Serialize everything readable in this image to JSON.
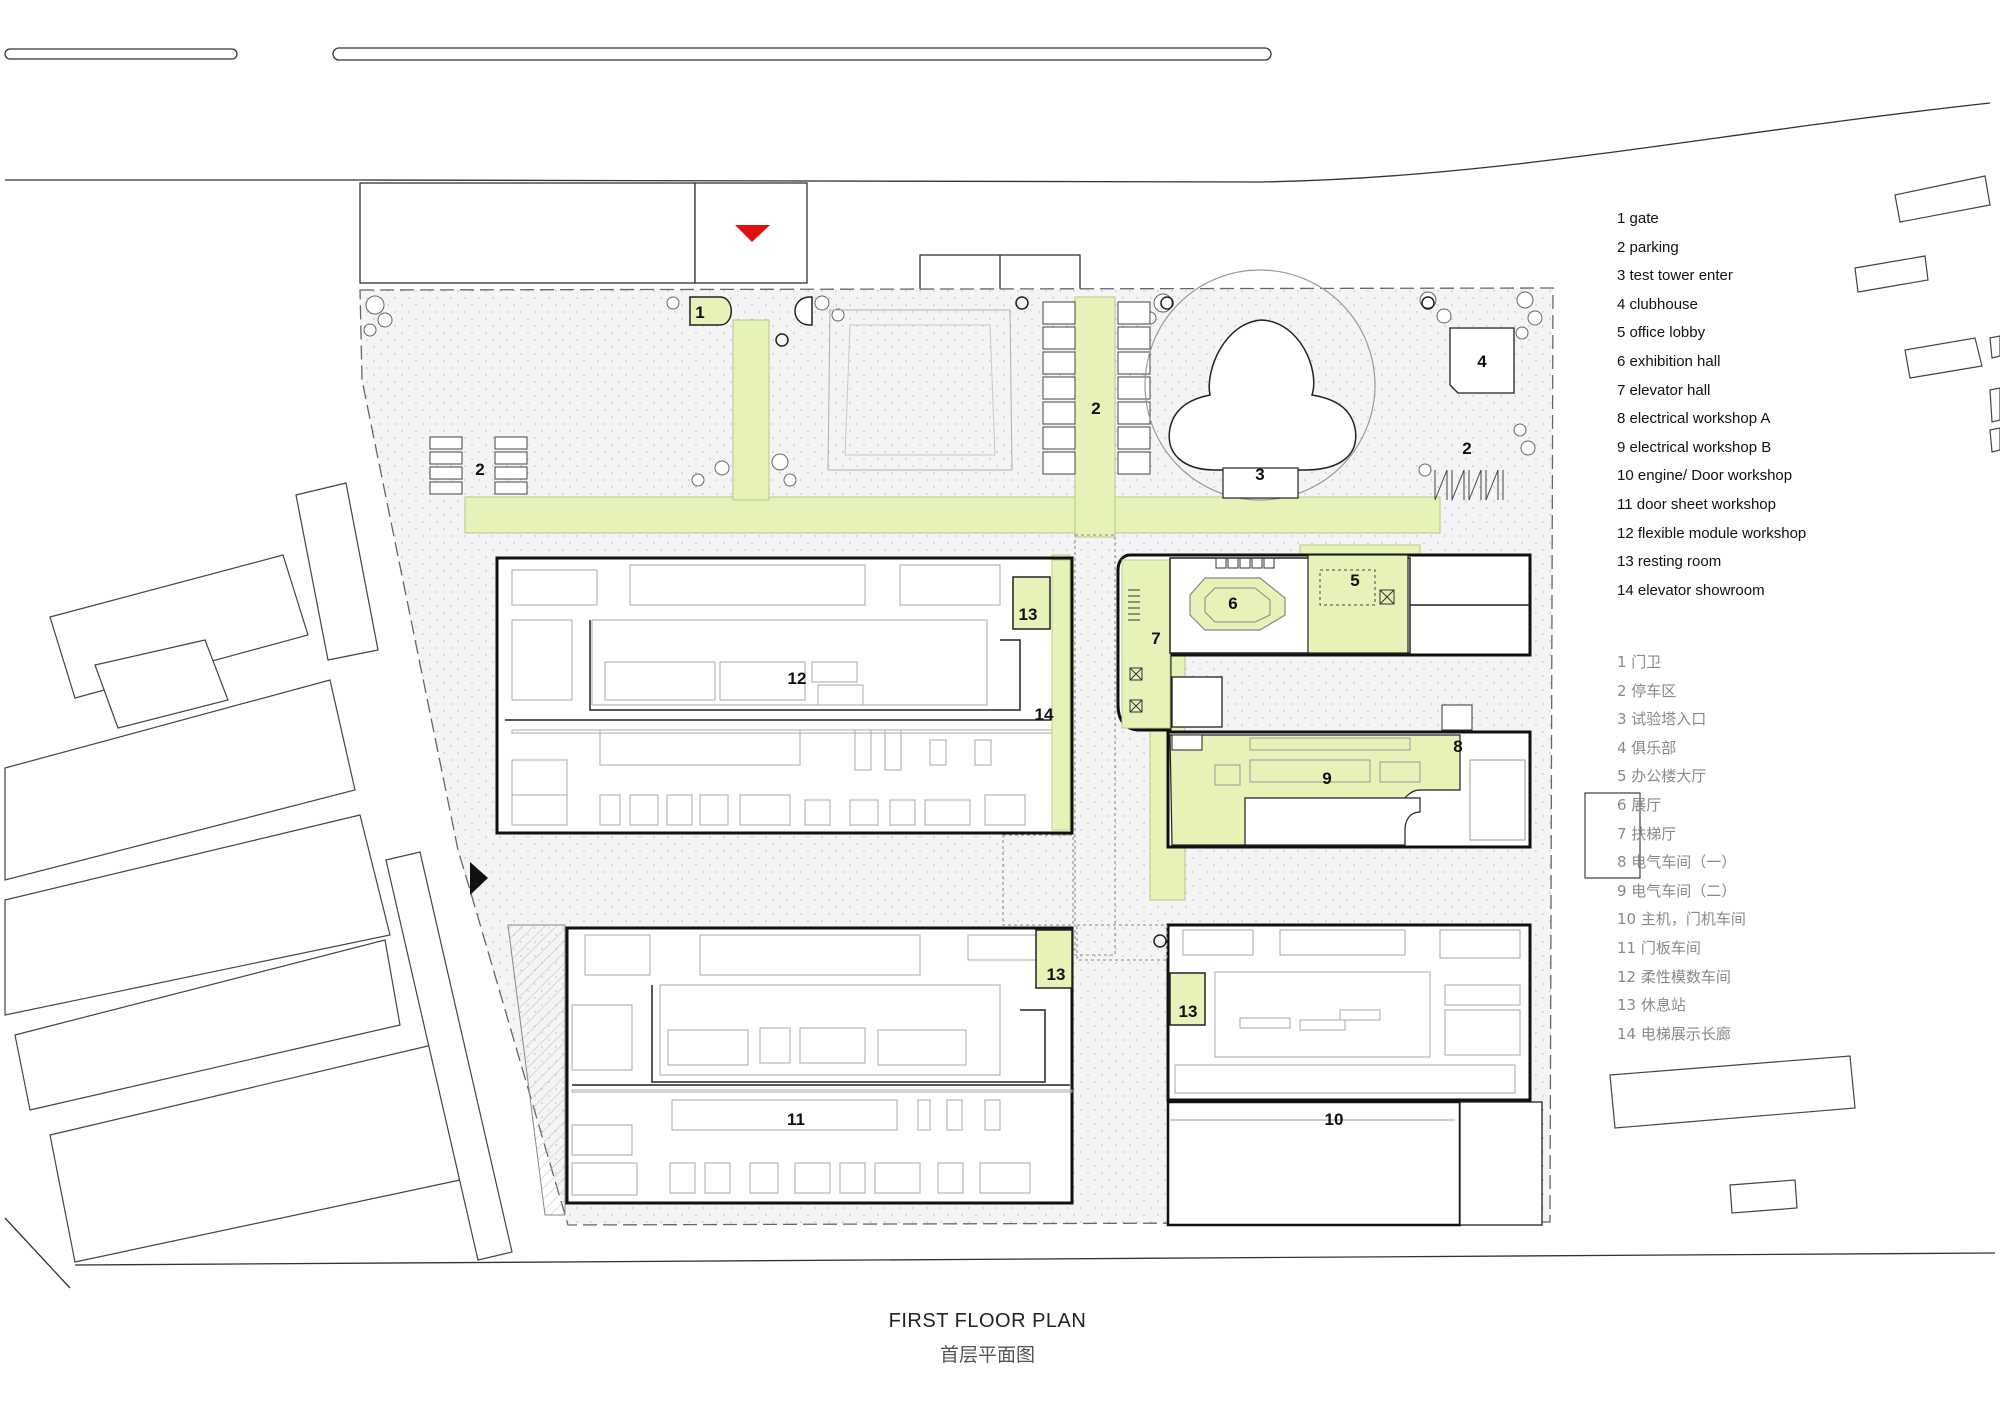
{
  "legend_en": [
    "1  gate",
    "2  parking",
    "3  test tower enter",
    "4  clubhouse",
    "5   office lobby",
    "6   exhibition hall",
    "7   elevator hall",
    "8   electrical workshop A",
    "9   electrical workshop B",
    "10 engine/ Door workshop",
    "11 door sheet workshop",
    "12  flexible module workshop",
    "13 resting room",
    "14  elevator showroom"
  ],
  "legend_zh": [
    "1  门卫",
    "2  停车区",
    "3  试验塔入口",
    "4  俱乐部",
    "5   办公楼大厅",
    "6   展厅",
    "7   扶梯厅",
    "8   电气车间（一）",
    "9   电气车间（二）",
    "10 主机，门机车间",
    "11 门板车间",
    "12  柔性模数车间",
    "13 休息站",
    "14  电梯展示长廊"
  ],
  "room_labels": {
    "gate": "1",
    "parking_west": "2",
    "parking_center": "2",
    "parking_east": "2",
    "test_tower": "3",
    "clubhouse": "4",
    "office_lobby": "5",
    "exhibition": "6",
    "elevator_hall": "7",
    "workshop_a": "8",
    "workshop_b": "9",
    "engine_door": "10",
    "door_sheet": "11",
    "flexible": "12",
    "resting_1": "13",
    "resting_2": "13",
    "resting_3": "13",
    "showroom": "14"
  },
  "title_en": "FIRST FLOOR PLAN",
  "title_zh": "首层平面图",
  "colors": {
    "highlight": "#e6f2b8",
    "site_fill": "#f3f3f3",
    "line": "#222222",
    "light_line": "#9a9a9a",
    "entrance_marker": "#e01010"
  }
}
